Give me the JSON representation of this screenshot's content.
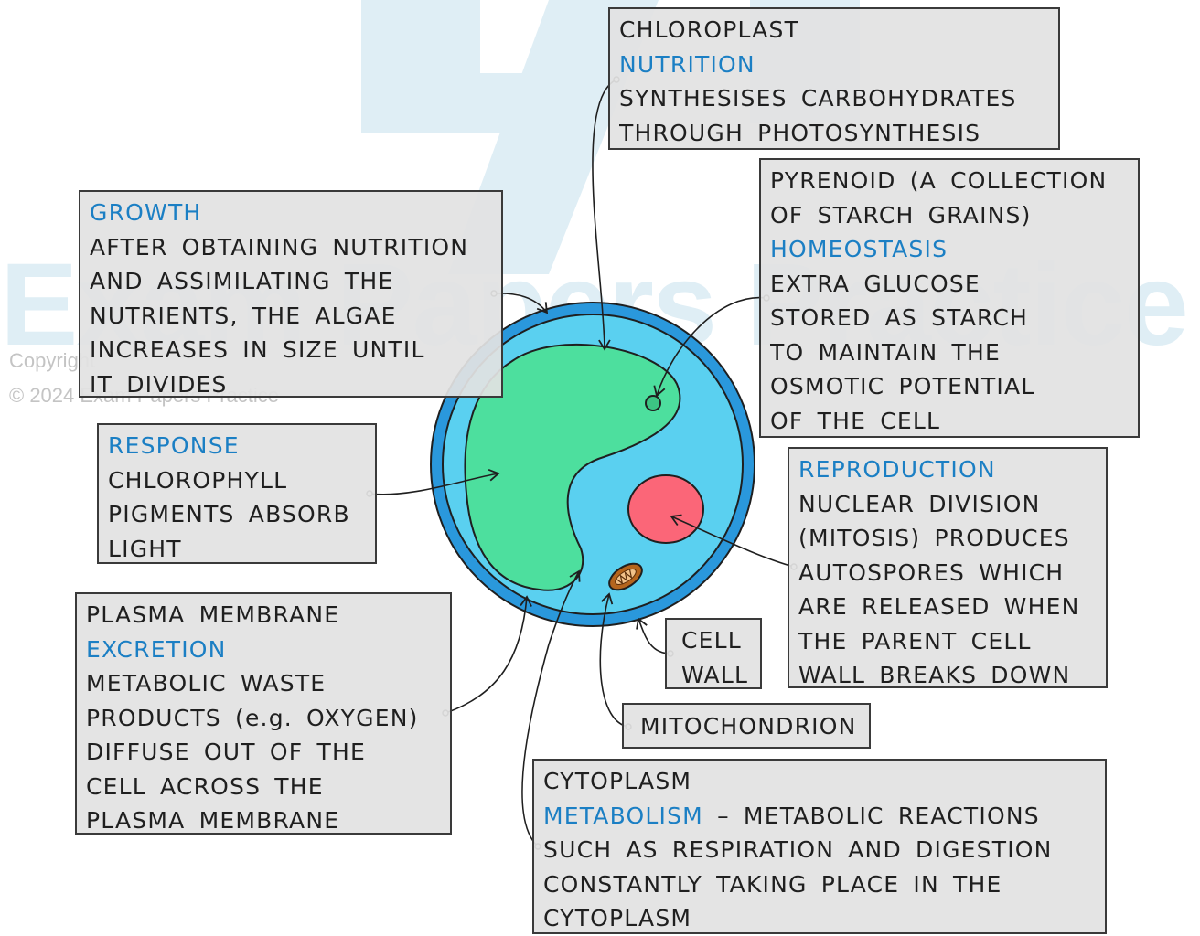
{
  "watermark": {
    "brand_text": "Exam Papers Practice",
    "copyright_line1": "Copyright",
    "copyright_line2": "© 2024 Exam Papers Practice"
  },
  "colors": {
    "heading": "#1b7fc4",
    "text": "#1f1f1f",
    "box_fill": "#e2e2e2",
    "cell_wall_outer": "#2a98dc",
    "cytoplasm": "#5ad0f0",
    "chloroplast": "#4ddf9e",
    "nucleus": "#fb6678",
    "mitochondrion": "#b5651d"
  },
  "labels": {
    "chloroplast": {
      "title": "CHLOROPLAST",
      "heading": "NUTRITION",
      "line1": "SYNTHESISES CARBOHYDRATES",
      "line2": "THROUGH PHOTOSYNTHESIS"
    },
    "pyrenoid": {
      "title1": "PYRENOID (A COLLECTION",
      "title2": "OF STARCH GRAINS)",
      "heading": "HOMEOSTASIS",
      "line1": "EXTRA GLUCOSE",
      "line2": "STORED AS STARCH",
      "line3": "TO MAINTAIN THE",
      "line4": "OSMOTIC POTENTIAL",
      "line5": "OF THE CELL"
    },
    "growth": {
      "heading": "GROWTH",
      "line1": "AFTER OBTAINING NUTRITION",
      "line2": "AND ASSIMILATING THE",
      "line3": "NUTRIENTS, THE ALGAE",
      "line4": "INCREASES IN SIZE UNTIL",
      "line5": "IT DIVIDES"
    },
    "response": {
      "heading": "RESPONSE",
      "line1": "CHLOROPHYLL",
      "line2": "PIGMENTS ABSORB",
      "line3": "LIGHT"
    },
    "reproduction": {
      "heading": "REPRODUCTION",
      "line1": "NUCLEAR DIVISION",
      "line2": "(MITOSIS) PRODUCES",
      "line3": "AUTOSPORES WHICH",
      "line4": "ARE RELEASED WHEN",
      "line5": "THE PARENT CELL",
      "line6": "WALL BREAKS DOWN"
    },
    "plasma_membrane": {
      "title": "PLASMA MEMBRANE",
      "heading": "EXCRETION",
      "line1": "METABOLIC WASTE",
      "line2": "PRODUCTS (e.g. OXYGEN)",
      "line3": "DIFFUSE OUT OF THE",
      "line4": "CELL ACROSS THE",
      "line5": "PLASMA MEMBRANE"
    },
    "cell_wall": {
      "line1": "CELL",
      "line2": "WALL"
    },
    "mitochondrion": {
      "title": "MITOCHONDRION"
    },
    "cytoplasm": {
      "title": "CYTOPLASM",
      "heading": "METABOLISM",
      "heading_rest": " – METABOLIC REACTIONS",
      "line1": "SUCH AS RESPIRATION AND DIGESTION",
      "line2": "CONSTANTLY TAKING PLACE IN THE",
      "line3": "CYTOPLASM"
    }
  }
}
